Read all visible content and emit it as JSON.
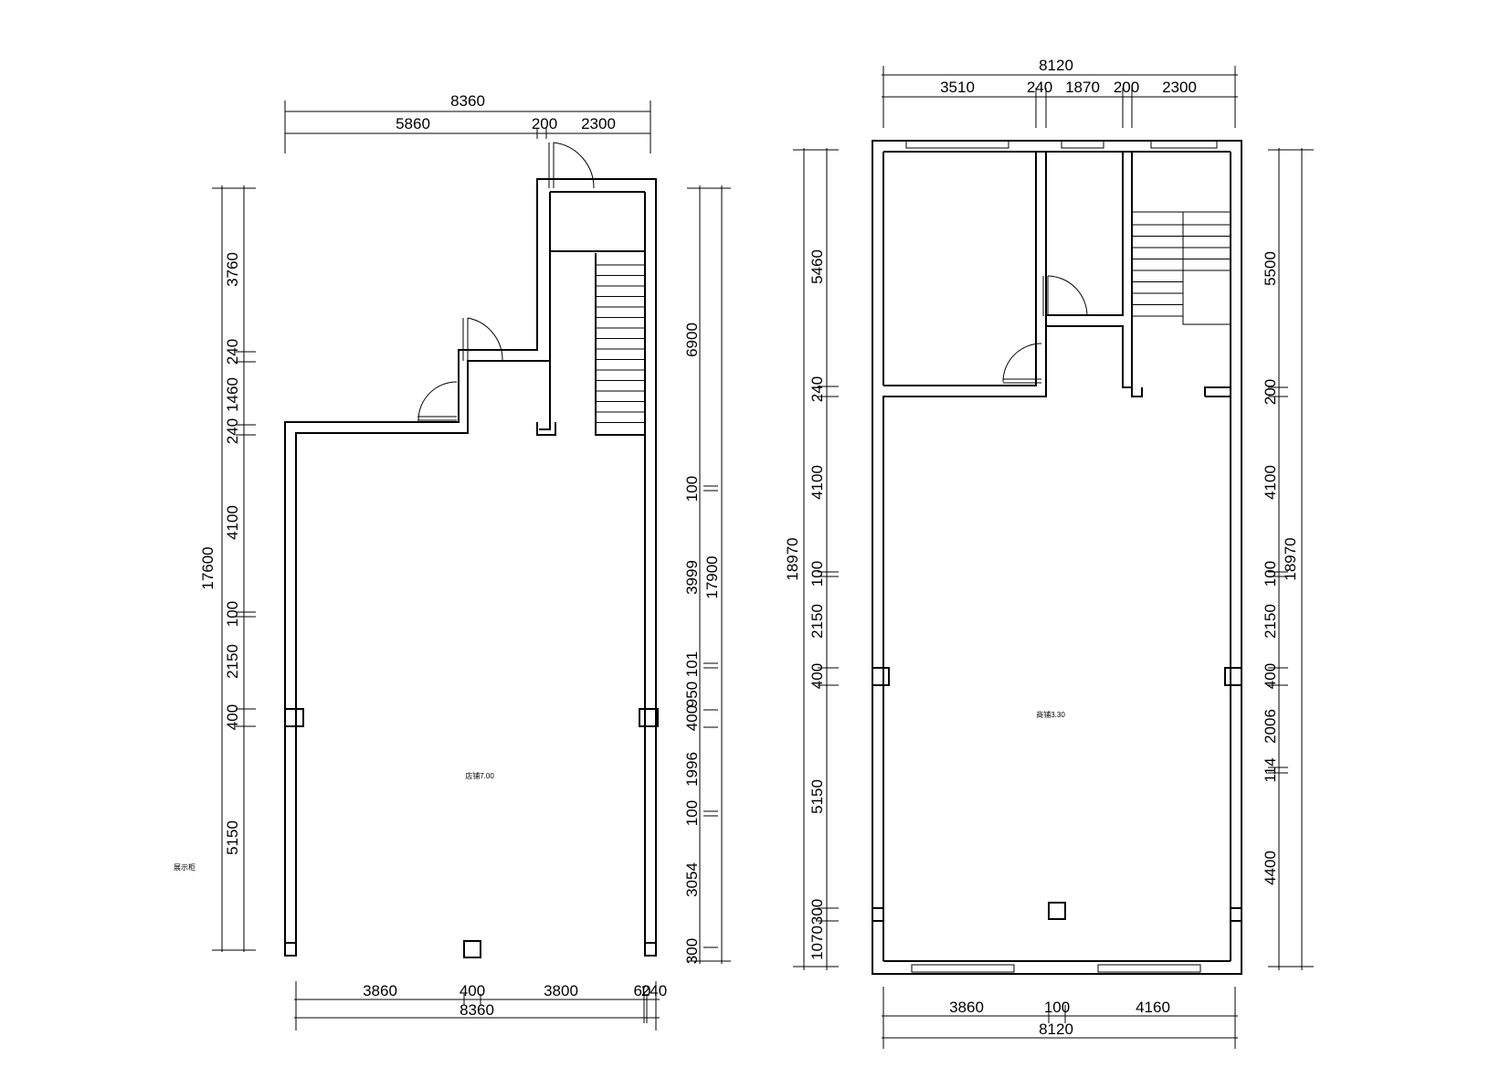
{
  "plan_left": {
    "overall_width": "8360",
    "top_segments": [
      "5860",
      "200",
      "2300"
    ],
    "overall_height_left": "17600",
    "left_segments": [
      "3760",
      "240",
      "1460",
      "240",
      "4100",
      "100",
      "2150",
      "400",
      "5150"
    ],
    "overall_height_right": "17900",
    "right_segments": [
      "6900",
      "100",
      "3999",
      "950",
      "101",
      "400",
      "1996",
      "100",
      "3054",
      "300"
    ],
    "bottom_segments": [
      "3860",
      "400",
      "3800",
      "60",
      "240"
    ],
    "bottom_total": "8360",
    "room_label": "店铺7.00",
    "side_note": "展示柜"
  },
  "plan_right": {
    "overall_width": "8120",
    "top_segments": [
      "3510",
      "240",
      "1870",
      "200",
      "2300"
    ],
    "overall_height_left": "18970",
    "left_segments": [
      "5460",
      "240",
      "4100",
      "100",
      "2150",
      "400",
      "5150",
      "300",
      "1070"
    ],
    "overall_height_right": "18970",
    "right_segments": [
      "5500",
      "200",
      "4100",
      "100",
      "2150",
      "400",
      "2006",
      "114",
      "4400"
    ],
    "bottom_segments": [
      "3860",
      "100",
      "4160"
    ],
    "bottom_total": "8120",
    "room_label": "商铺3.30"
  }
}
